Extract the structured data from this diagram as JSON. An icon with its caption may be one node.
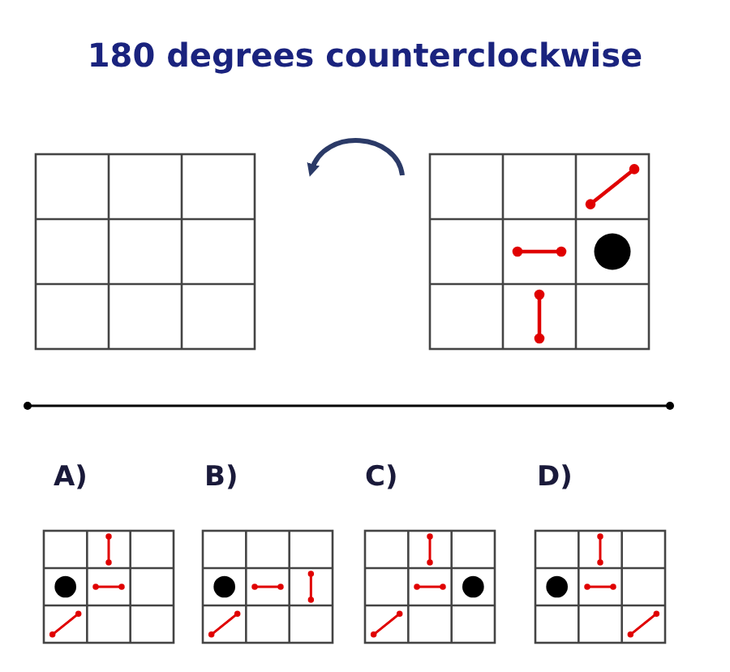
{
  "diagram": {
    "title": "180 degrees counterclockwise",
    "labels": [
      "A)",
      "B)",
      "C)",
      "D)"
    ]
  }
}
